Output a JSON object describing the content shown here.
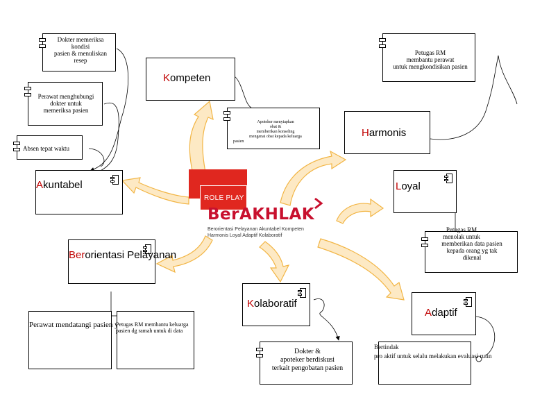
{
  "values": {
    "kompeten": {
      "initial": "K",
      "rest": "ompeten"
    },
    "harmonis": {
      "initial": "H",
      "rest": "armonis"
    },
    "loyal": {
      "initial": "L",
      "rest": "oyal"
    },
    "adaptif": {
      "initial": "A",
      "rest": "daptif"
    },
    "kolaboratif": {
      "initial": "K",
      "rest": "olaboratif"
    },
    "berorientasi": {
      "initial": "Ber",
      "rest": "orientasi Pelayanan"
    },
    "akuntabel": {
      "initial": "A",
      "rest": "kuntabel"
    }
  },
  "logo": {
    "role_play": "ROLE PLAY",
    "brand": "BerAKHLAK",
    "tagline_line1": "Berorientasi Pelayanan Akuntabel Kompeten",
    "tagline_line2": "Harmonis Loyal Adaptif Kolaboratif"
  },
  "notes": {
    "dokter": [
      "Dokter memeriksa",
      "kondisi",
      "pasien & menuliskan",
      "resep"
    ],
    "perawat_hubungi": [
      "Perawat menghubungi",
      "dokter untuk",
      "memeriksa pasien"
    ],
    "absen": [
      "Absen tepat waktu"
    ],
    "apoteker": [
      "Apoteker menyiapkan",
      "obat &",
      "memberikan konseling",
      "mengenai obat kepada keluarga",
      "pasien"
    ],
    "petugas_bantu": [
      "Petugas RM",
      "membantu perawat",
      "untuk mengkondisikan pasien"
    ],
    "petugas_tolak": [
      "Petugas RM",
      "menolak untuk",
      "memberikan data pasien",
      "kepada orang yg tak",
      "dikenal"
    ],
    "dokter_apoteker": [
      "Dokter &",
      "apoteker berdiskusi",
      "terkait pengobatan pasien"
    ],
    "bertindak": [
      "Bertindak",
      "pro aktif untuk selalu melakukan evaluasi rutin"
    ],
    "perawat_datangi": "Perawat mendatangi pasien yg kurang sehat",
    "petugas_bantu_keluarga": [
      "Petugas RM membantu keluarga",
      "pasien dg ramah untuk di data"
    ]
  },
  "colors": {
    "initial": "#c00000",
    "logo_red": "#e0271f",
    "arrow_fill": "#fde9c4",
    "arrow_stroke": "#f2b544"
  }
}
